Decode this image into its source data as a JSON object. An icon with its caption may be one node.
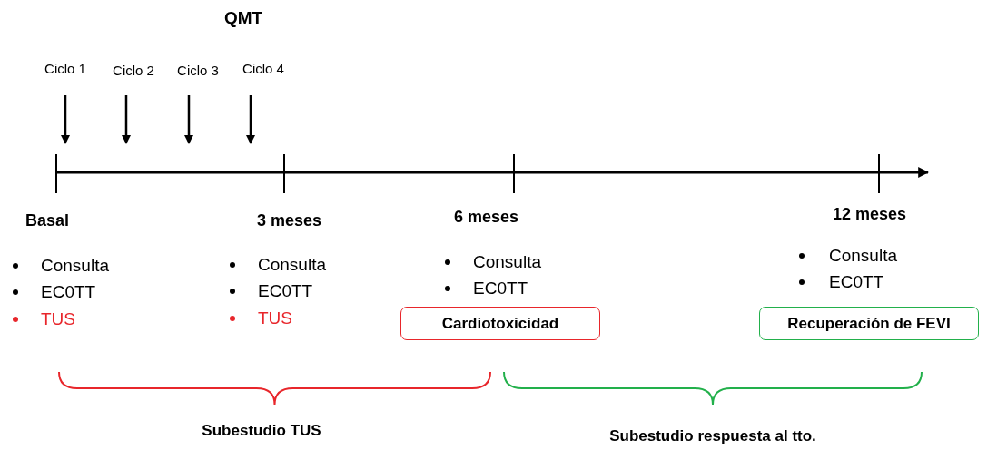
{
  "diagram": {
    "nodes": [
      {
        "text": [
          "Cardiotoxicidad"
        ]
      },
      {
        "text": [
          "Recuperación de FEVI"
        ]
      }
    ],
    "labels": [
      "QMT",
      "Ciclo 1",
      "Ciclo 2",
      "Ciclo 3",
      "Ciclo 4",
      "Basal",
      "3 meses",
      "6 meses",
      "12 meses",
      "Consulta",
      "EC0TT",
      "TUS",
      "Consulta",
      "EC0TT",
      "TUS",
      "Consulta",
      "EC0TT",
      "Consulta",
      "EC0TT",
      "Subestudio TUS",
      "Subestudio respuesta al tto."
    ]
  }
}
